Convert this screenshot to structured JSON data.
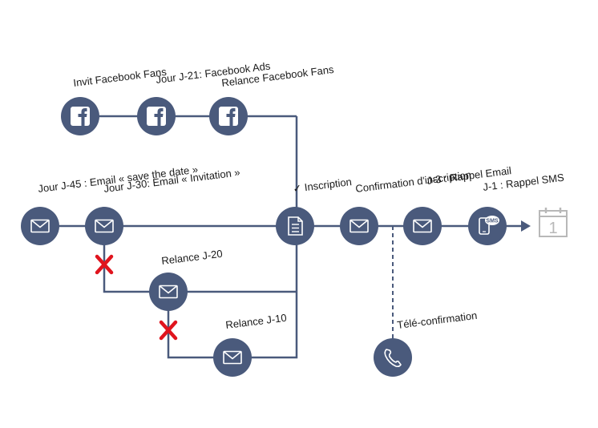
{
  "colors": {
    "node": "#4a5a7c",
    "line": "#4a5a7c",
    "icon": "#ffffff",
    "cross": "#e0141e",
    "calendar": "#b8b8b8"
  },
  "labels": {
    "invit_fb": "Invit Facebook Fans",
    "fb_ads": "Jour J-21: Facebook Ads",
    "relance_fb": "Relance Facebook Fans",
    "email_save_date": "Jour J-45 : Email « save the date »",
    "email_invitation": "Jour J-30: Email « Invitation »",
    "inscription": "✓ Inscription",
    "confirmation": "Confirmation d'inscription",
    "rappel_email": "J-3 : Rappel Email",
    "rappel_sms": "J-1 : Rappel SMS",
    "relance_20": "Relance  J-20",
    "relance_10": "Relance J-10",
    "tele_confirmation": "Télé-confirmation",
    "sms_badge": "SMS",
    "calendar_day": "1"
  },
  "icons": {
    "facebook": "facebook-icon",
    "email": "envelope-icon",
    "document": "document-icon",
    "phone": "phone-icon",
    "sms": "sms-phone-icon",
    "calendar": "calendar-icon",
    "cross": "cross-icon",
    "arrow": "arrow-icon"
  }
}
